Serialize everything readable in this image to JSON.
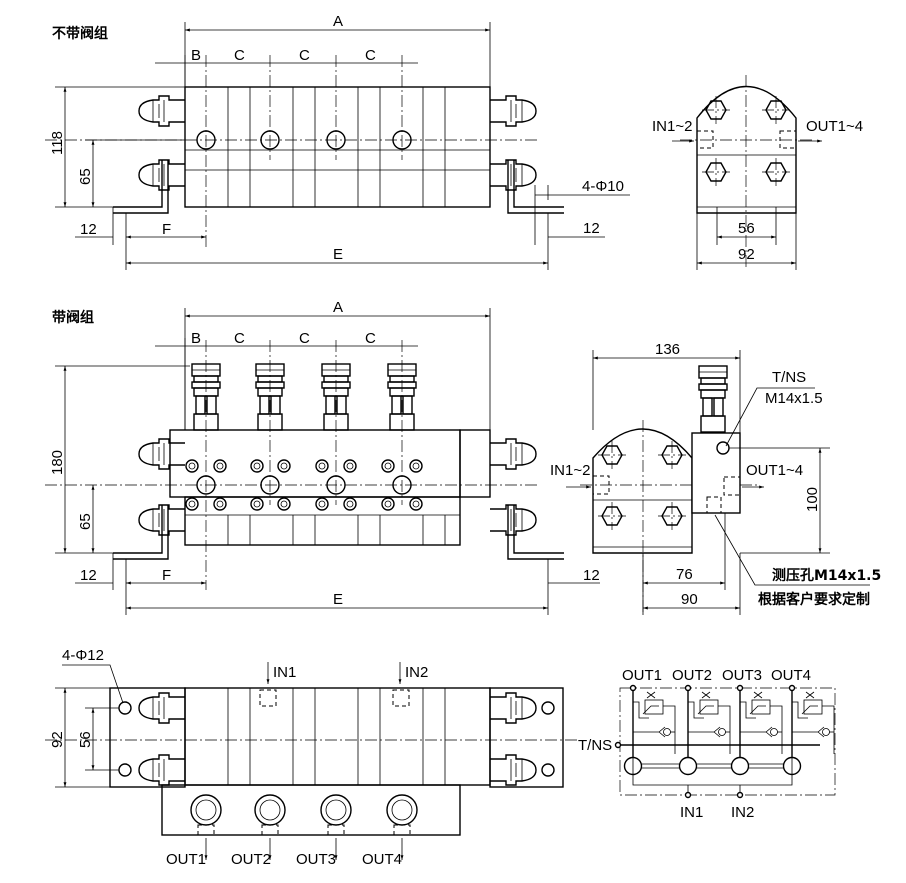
{
  "view1": {
    "title": "不带阀组",
    "dim_A": "A",
    "dim_B": "B",
    "dim_C": [
      "C",
      "C",
      "C"
    ],
    "dim_118": "118",
    "dim_65": "65",
    "dim_12_left": "12",
    "dim_F": "F",
    "dim_E": "E",
    "dim_12_right": "12",
    "holes": "4-Φ10",
    "side": {
      "in": "IN1~2",
      "out": "OUT1~4",
      "dim_56": "56",
      "dim_92": "92"
    }
  },
  "view2": {
    "title": "带阀组",
    "dim_A": "A",
    "dim_B": "B",
    "dim_C": [
      "C",
      "C",
      "C"
    ],
    "dim_180": "180",
    "dim_65": "65",
    "dim_12_left": "12",
    "dim_F": "F",
    "dim_E": "E",
    "dim_12_right": "12",
    "side": {
      "dim_136": "136",
      "tns": "T/NS",
      "tns_thread": "M14x1.5",
      "in": "IN1~2",
      "out": "OUT1~4",
      "dim_100": "100",
      "dim_76": "76",
      "dim_90": "90",
      "gauge_port": "测压孔M14x1.5",
      "custom_note": "根据客户要求定制"
    }
  },
  "view3": {
    "holes": "4-Φ12",
    "in1": "IN1",
    "in2": "IN2",
    "dim_92": "92",
    "dim_56": "56",
    "outs": [
      "OUT1",
      "OUT2",
      "OUT3",
      "OUT4"
    ]
  },
  "schematic": {
    "outs": [
      "OUT1",
      "OUT2",
      "OUT3",
      "OUT4"
    ],
    "tns": "T/NS",
    "in1": "IN1",
    "in2": "IN2"
  }
}
